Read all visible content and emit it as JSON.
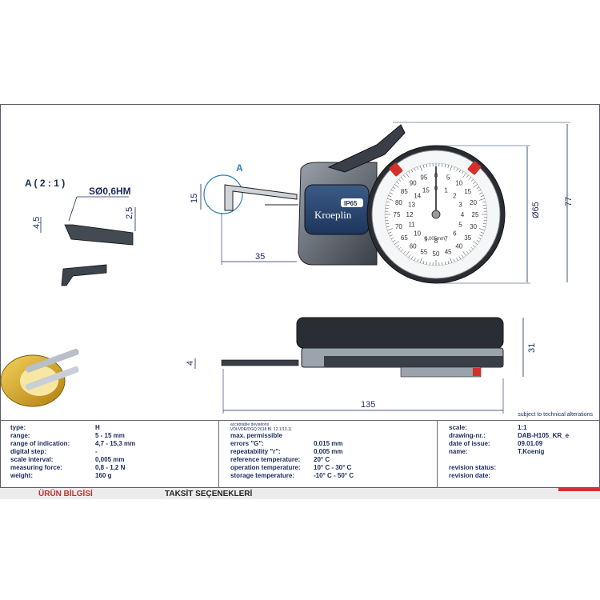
{
  "detail": {
    "title": "A ( 2 : 1 )",
    "tip": "SØ0,6HM",
    "dim_a": "4,5",
    "dim_b": "2,5"
  },
  "front_view": {
    "marker": "A",
    "dim_height": "15",
    "dim_reach": "35",
    "dim_diameter": "Ø65",
    "dim_total": "77",
    "brand": "Kroeplin",
    "ip_badge": "IP65",
    "dial_outer": [
      "0",
      "5",
      "10",
      "15",
      "20",
      "25",
      "30",
      "35",
      "40",
      "45",
      "50",
      "55",
      "60",
      "65",
      "70",
      "75",
      "80",
      "85",
      "90",
      "95"
    ],
    "dial_inner": [
      "0",
      "1",
      "2",
      "3",
      "4",
      "5",
      "6",
      "7",
      "8",
      "9",
      "10",
      "11",
      "12",
      "13",
      "14",
      "15"
    ],
    "dial_unit": "0,005mm"
  },
  "side_view": {
    "dim_thickness": "4",
    "dim_height": "31",
    "dim_length": "135"
  },
  "note": "subject to technical alterations",
  "spec": {
    "left": [
      {
        "label": "type:",
        "value": "H"
      },
      {
        "label": "range:",
        "value": "5 - 15 mm"
      },
      {
        "label": "range of indication:",
        "value": "4,7 - 15,3 mm"
      },
      {
        "label": "digital step:",
        "value": "-"
      },
      {
        "label": "scale interval:",
        "value": "0,005 mm"
      },
      {
        "label": "measuring force:",
        "value": "0,8 - 1,2 N"
      },
      {
        "label": "weight:",
        "value": "160 g"
      }
    ],
    "middle_header": "acceptable deviations\nVDI/VDE/DGQ 2618 Bl. 12.1/13.1)",
    "middle": [
      {
        "label": "max. permissible",
        "value": ""
      },
      {
        "label": "errors \"G\":",
        "value": "0,015 mm"
      },
      {
        "label": "repeatability \"r\":",
        "value": "0,005 mm"
      },
      {
        "label": "reference temperature:",
        "value": "20° C"
      },
      {
        "label": "operation temperature:",
        "value": "10° C - 30° C"
      },
      {
        "label": "storage temperature:",
        "value": "-10° C - 50° C"
      }
    ],
    "right": [
      {
        "label": "scale:",
        "value": "1:1"
      },
      {
        "label": "drawing-nr.:",
        "value": "DAB-H105_KR_e"
      },
      {
        "label": "date of issue:",
        "value": "09.01.09"
      },
      {
        "label": "name:",
        "value": "T.Koenig"
      },
      {
        "label": "",
        "value": ""
      },
      {
        "label": "revision status:",
        "value": ""
      },
      {
        "label": "revision date:",
        "value": ""
      }
    ]
  },
  "bottom_tabs": [
    "ÜRÜN BİLGİSİ",
    "TAKSİT SEÇENEKLERİ"
  ]
}
